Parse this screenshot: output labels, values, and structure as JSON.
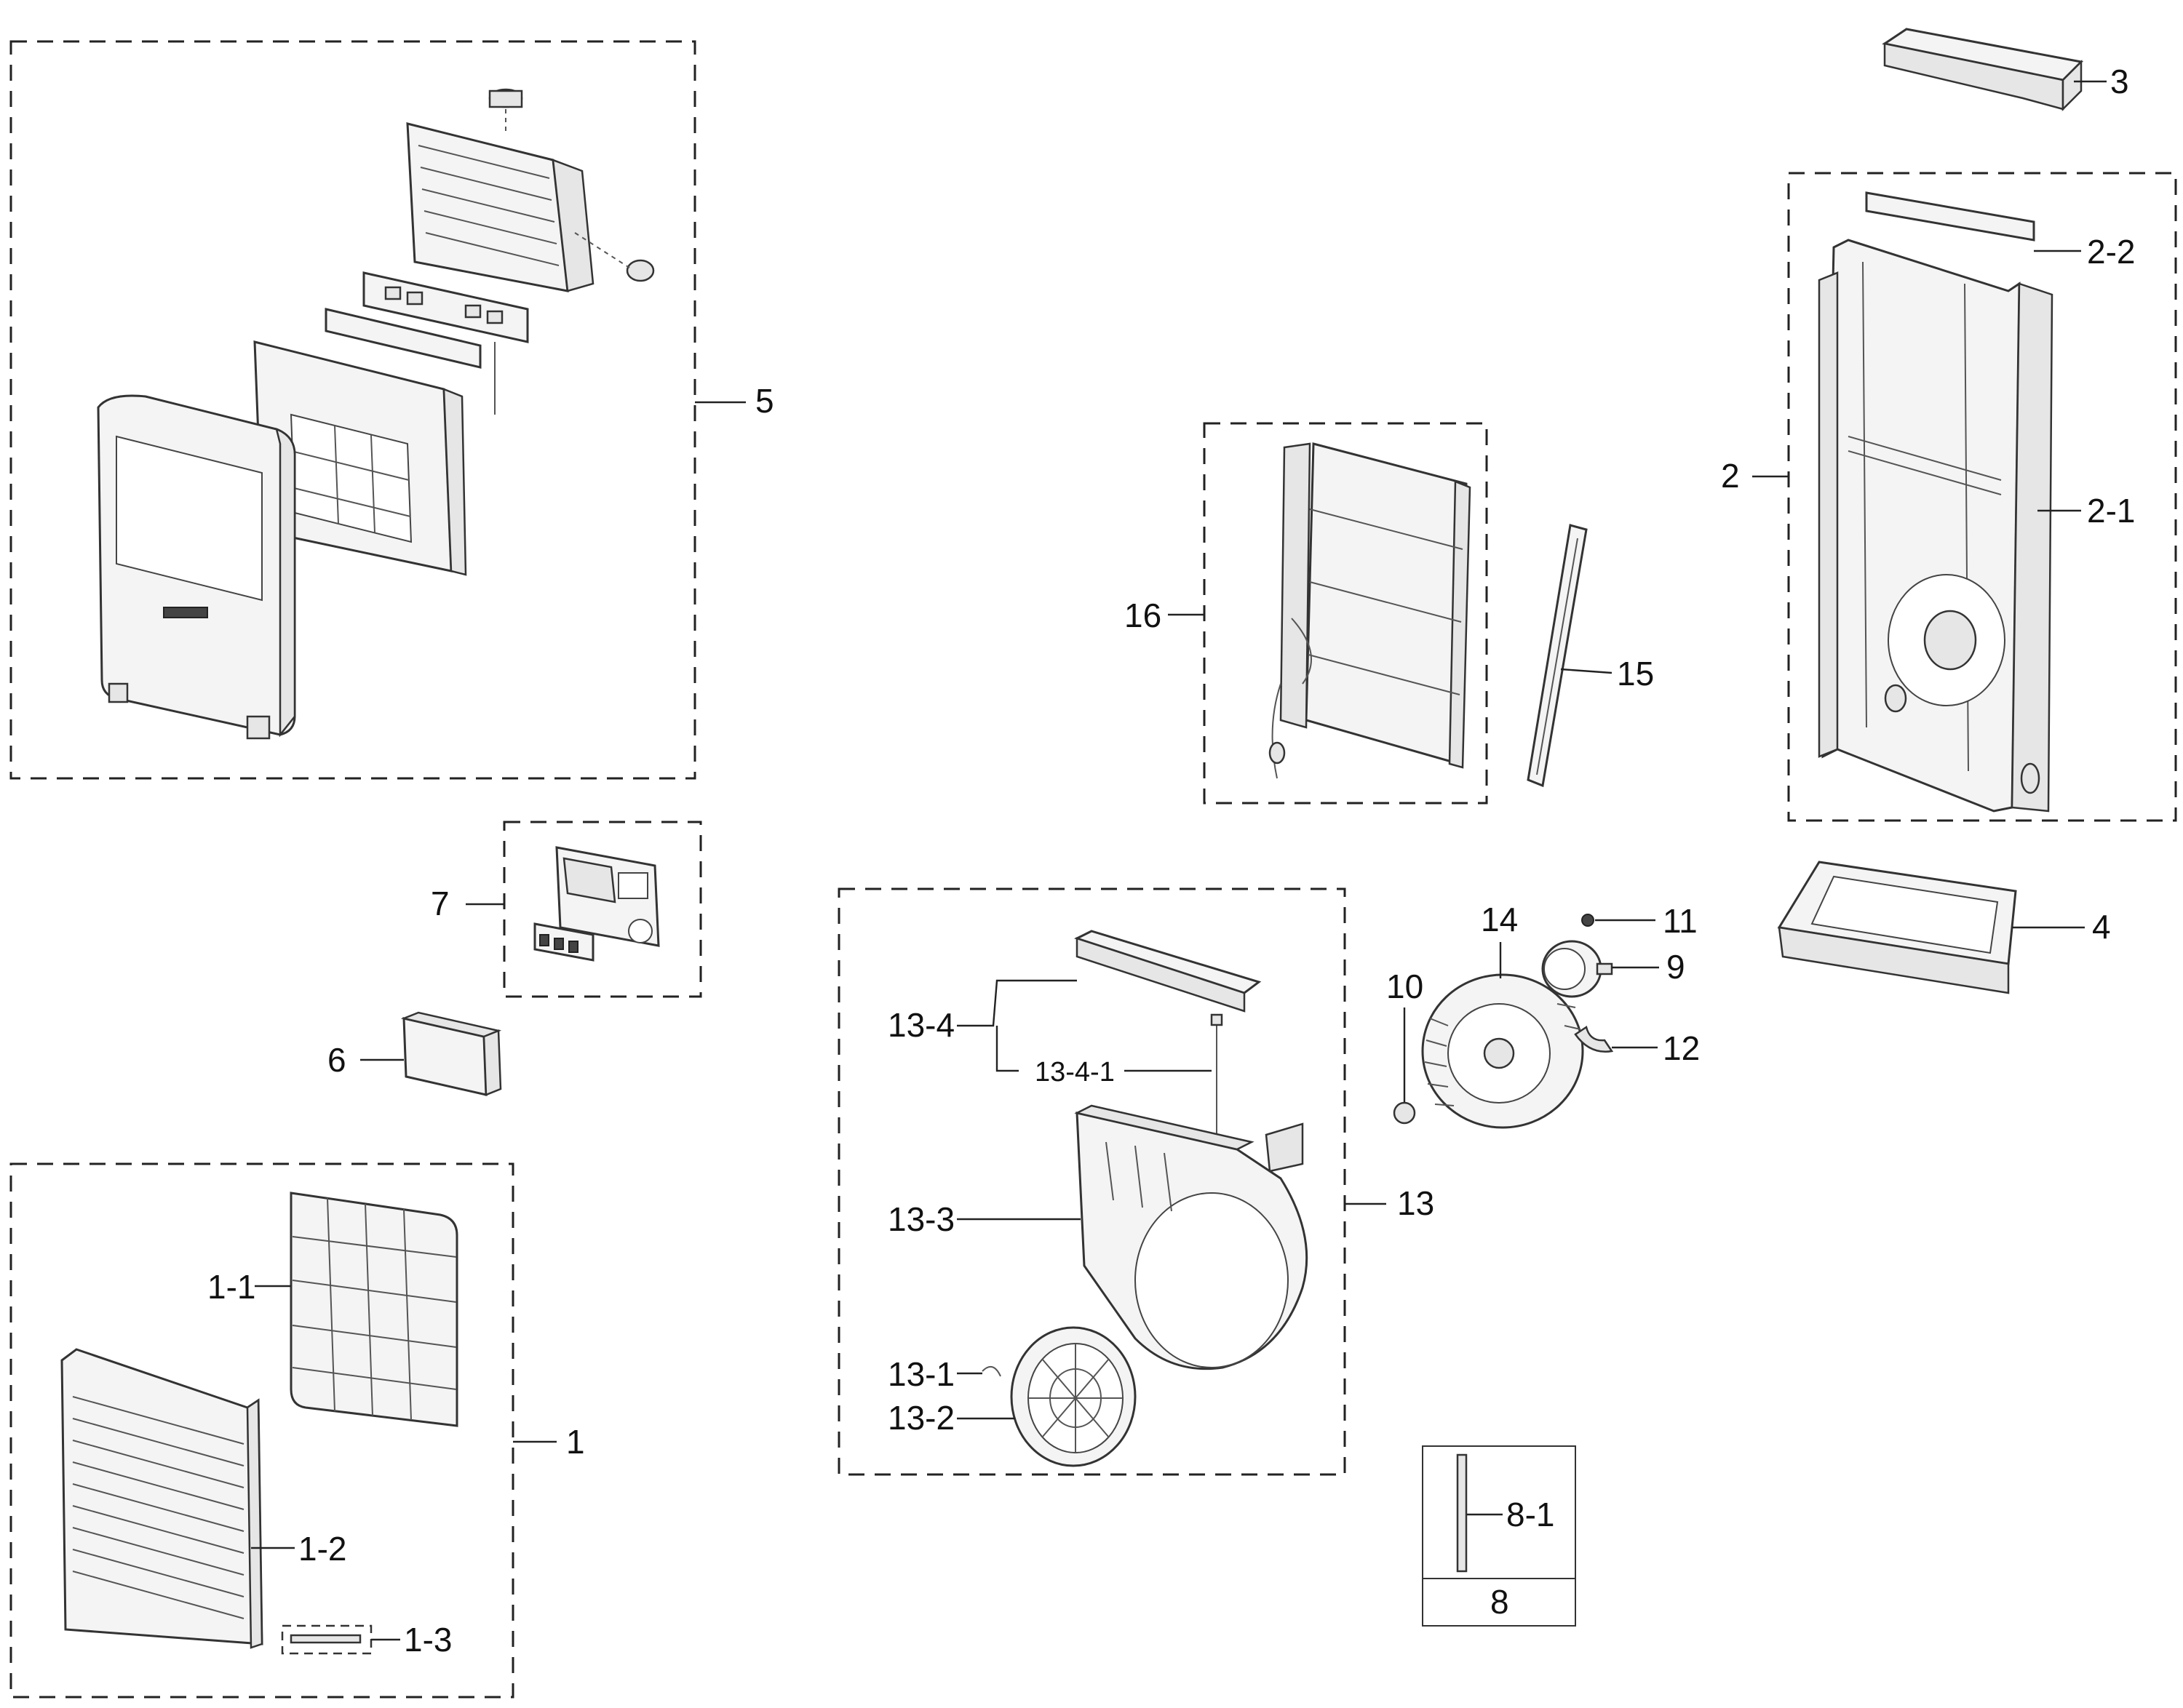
{
  "labels": {
    "p1": "1",
    "p1_1": "1-1",
    "p1_2": "1-2",
    "p1_3": "1-3",
    "p2": "2",
    "p2_1": "2-1",
    "p2_2": "2-2",
    "p3": "3",
    "p4": "4",
    "p5": "5",
    "p6": "6",
    "p7": "7",
    "p8": "8",
    "p8_1": "8-1",
    "p9": "9",
    "p10": "10",
    "p11": "11",
    "p12": "12",
    "p13": "13",
    "p13_1": "13-1",
    "p13_2": "13-2",
    "p13_3": "13-3",
    "p13_4": "13-4",
    "p13_4_1": "13-4-1",
    "p14": "14",
    "p15": "15",
    "p16": "16"
  }
}
